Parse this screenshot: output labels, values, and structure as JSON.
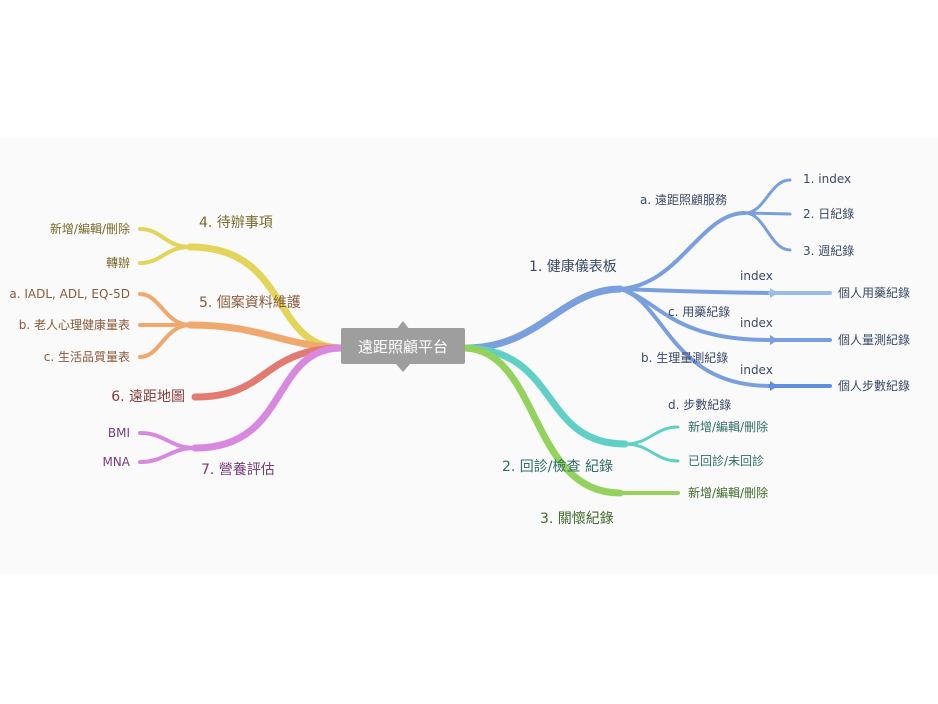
{
  "colors": {
    "center": "#9e9e9e",
    "branch1": "#7a9fdf",
    "branch2": "#5fd0c4",
    "branch3": "#93d35d",
    "branch4": "#e3d45a",
    "branch5": "#f0a86c",
    "branch6": "#e27a72",
    "branch7": "#d988e1",
    "text1": "#3a4a6a",
    "text2": "#2e6e68",
    "text3": "#3f6a2a",
    "text4": "#7a6a2a",
    "text5": "#8a5a3a",
    "text6": "#8a3a3a",
    "text7": "#7a3a7e"
  },
  "center": {
    "label": "遠距照顧平台"
  },
  "right": {
    "b1": {
      "label": "1. 健康儀表板",
      "a_label": "a. 遠距照顧服務",
      "a_items": [
        "1. index",
        "2. 日紀錄",
        "3. 週紀錄"
      ],
      "c_label": "c. 用藥紀錄",
      "b_label": "b. 生理量測紀錄",
      "d_label": "d. 步數紀錄",
      "index_labels": [
        "index",
        "index",
        "index"
      ],
      "records": [
        "個人用藥紀錄",
        "個人量測紀錄",
        "個人步數紀錄"
      ]
    },
    "b2": {
      "label": "2. 回診/檢查 紀錄",
      "items": [
        "新增/編輯/刪除",
        "已回診/未回診"
      ]
    },
    "b3": {
      "label": "3. 關懷紀錄",
      "items": [
        "新增/編輯/刪除"
      ]
    }
  },
  "left": {
    "b4": {
      "label": "4. 待辦事項",
      "items": [
        "新增/編輯/刪除",
        "轉辦"
      ]
    },
    "b5": {
      "label": "5. 個案資料維護",
      "items": [
        "a. IADL, ADL, EQ-5D",
        "b. 老人心理健康量表",
        "c. 生活品質量表"
      ]
    },
    "b6": {
      "label": "6. 遠距地圖"
    },
    "b7": {
      "label": "7. 營養評估",
      "items": [
        "BMI",
        "MNA"
      ]
    }
  }
}
